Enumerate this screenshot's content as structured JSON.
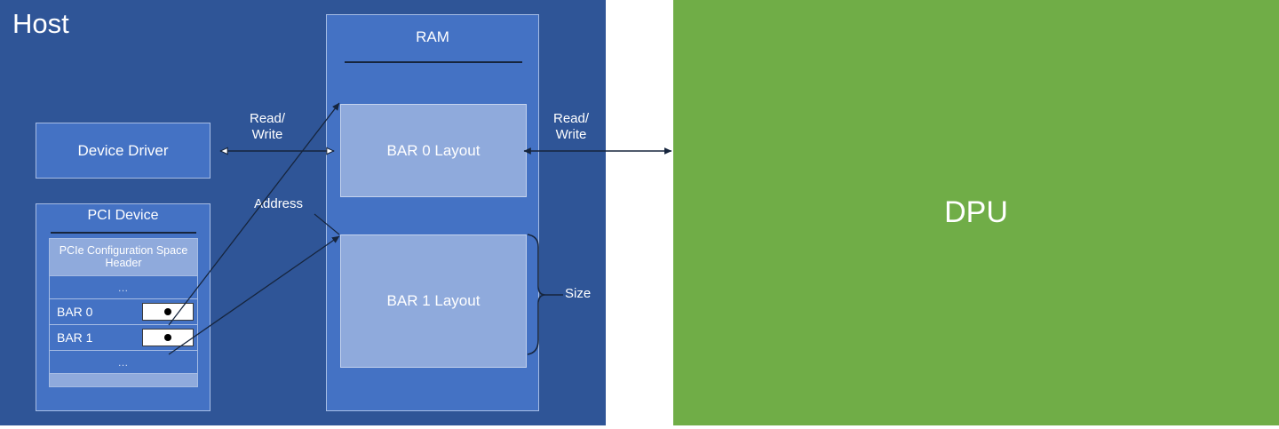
{
  "diagram": {
    "title": "PCI BAR mapping between Host and DPU",
    "colors": {
      "host_bg": "#2F5597",
      "box_blue": "#4472C4",
      "light_blue": "#8FAADC",
      "dpu_green": "#70AD47",
      "white": "#FFFFFF",
      "line_black": "#16253D"
    }
  },
  "host": {
    "title": "Host",
    "device_driver": {
      "label": "Device Driver"
    },
    "pci_device": {
      "title": "PCI Device",
      "rows": [
        {
          "type": "header",
          "label": "PCIe Configuration\nSpace Header"
        },
        {
          "type": "ellipsis",
          "label": "…"
        },
        {
          "type": "bar",
          "label": "BAR 0",
          "value": ""
        },
        {
          "type": "bar",
          "label": "BAR 1",
          "value": ""
        },
        {
          "type": "ellipsis",
          "label": "…"
        },
        {
          "type": "strip",
          "label": ""
        }
      ]
    },
    "ram": {
      "title": "RAM",
      "regions": [
        {
          "label": "BAR 0 Layout"
        },
        {
          "label": "BAR 1 Layout"
        }
      ]
    }
  },
  "dpu": {
    "label": "DPU"
  },
  "connectors": {
    "read_write_left": "Read/\nWrite",
    "read_write_right": "Read/\nWrite",
    "address": "Address",
    "size": "Size"
  }
}
